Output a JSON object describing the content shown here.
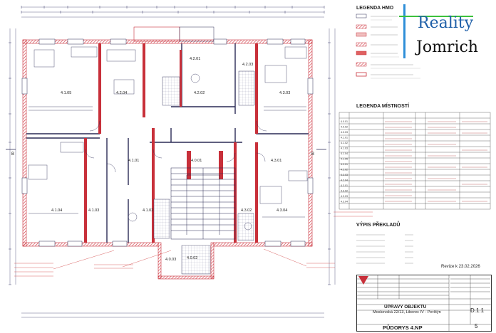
{
  "legend_hmo": {
    "title": "LEGENDA HMO"
  },
  "logo": {
    "line1": "Reality",
    "line2": "Jomrich"
  },
  "legend_rooms": {
    "title": "LEGENDA MÍSTNOSTÍ"
  },
  "lintels": {
    "title": "VÝPIS PŘEKLADŮ"
  },
  "revision": {
    "text": "Revize k 23.02.2026"
  },
  "title_block": {
    "project": "ÚPRAVY OBJEKTU",
    "address": "Moskevská 22/13, Liberec IV - Perštýn",
    "drawing": "PŮDORYS 4.NP",
    "code": "D.1.1",
    "number": "5"
  },
  "rooms": [
    {
      "label": "4.1.05"
    },
    {
      "label": "4.2.04"
    },
    {
      "label": "4.2.01"
    },
    {
      "label": "4.2.02"
    },
    {
      "label": "4.2.03"
    },
    {
      "label": "4.3.03"
    },
    {
      "label": "4.1.01"
    },
    {
      "label": "4.0.01"
    },
    {
      "label": "4.3.01"
    },
    {
      "label": "4.1.04"
    },
    {
      "label": "4.1.03"
    },
    {
      "label": "4.1.02"
    },
    {
      "label": "4.3.02"
    },
    {
      "label": "4.3.04"
    },
    {
      "label": "4.0.03"
    },
    {
      "label": "4.0.02"
    }
  ],
  "room_codes": [
    "4.0.01",
    "4.0.02",
    "4.0.03",
    "4.1.01",
    "4.1.02",
    "4.1.03",
    "4.1.04",
    "4.1.05",
    "4.2.01",
    "4.2.02",
    "4.2.03",
    "4.2.04",
    "4.3.01",
    "4.3.02",
    "4.3.03",
    "4.3.04"
  ],
  "colors": {
    "wall": "#c8303a",
    "hatch": "#e8a0a5",
    "line": "#2a2a55",
    "logo_blue": "#1e5fa8",
    "logo_green": "#3cc23c"
  },
  "section_marks": {
    "b": "B"
  }
}
